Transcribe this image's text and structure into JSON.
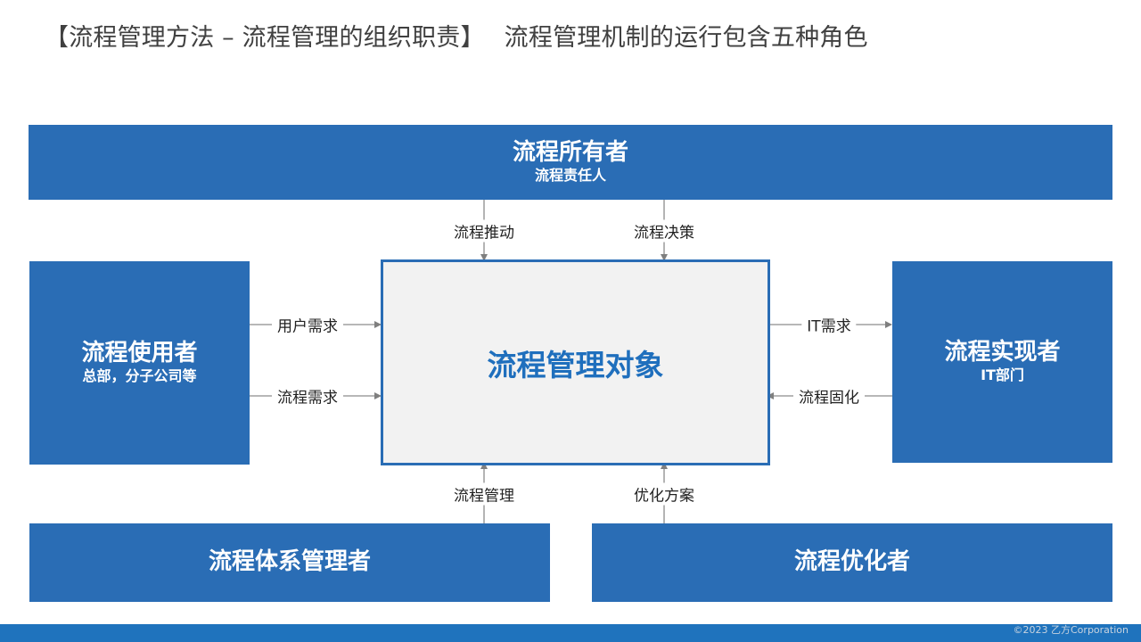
{
  "title": {
    "main": "【流程管理方法 – 流程管理的组织职责】",
    "sub": "流程管理机制的运行包含五种角色"
  },
  "roles": {
    "owner": {
      "name": "流程所有者",
      "desc": "流程责任人"
    },
    "user": {
      "name": "流程使用者",
      "desc": "总部，分子公司等"
    },
    "implementer": {
      "name": "流程实现者",
      "desc": "IT部门"
    },
    "system_manager": {
      "name": "流程体系管理者"
    },
    "optimizer": {
      "name": "流程优化者"
    }
  },
  "center": {
    "name": "流程管理对象"
  },
  "flows": {
    "owner_push": "流程推动",
    "owner_decide": "流程决策",
    "user_demand": "用户需求",
    "process_demand": "流程需求",
    "it_demand": "IT需求",
    "process_solidify": "流程固化",
    "process_manage": "流程管理",
    "optimize_plan": "优化方案"
  },
  "footer": {
    "copyright": "©2023 乙方Corporation"
  },
  "colors": {
    "box_fill": "#2a6db5",
    "center_fill": "#f2f2f2",
    "center_text": "#1f6fbd",
    "footer_bar": "#1f73bd"
  }
}
